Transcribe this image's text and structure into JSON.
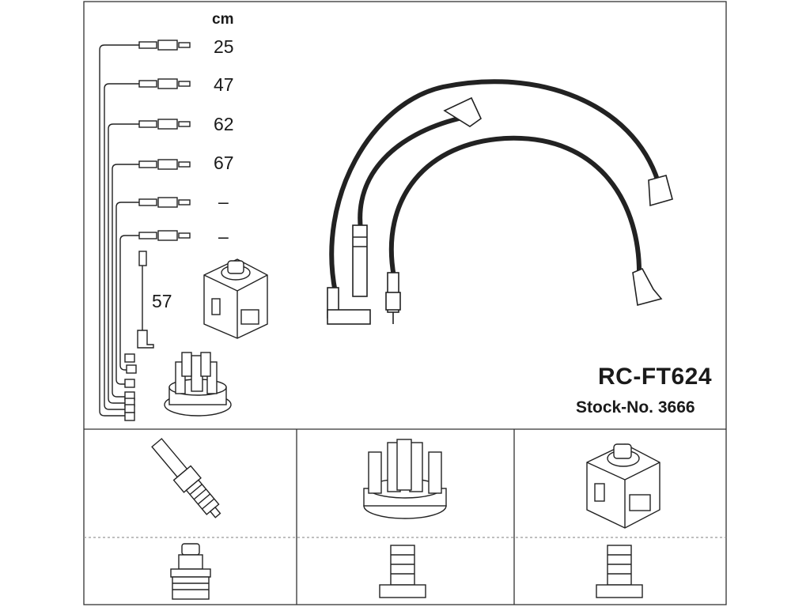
{
  "unit_label": "cm",
  "lengths": [
    "25",
    "47",
    "62",
    "67",
    "–",
    "–"
  ],
  "coil_lead_length": "57",
  "product": {
    "code": "RC-FT624",
    "stock_label": "Stock-No. 3666"
  },
  "icons": {
    "harness": "ignition-lead-set-icon",
    "coil": "ignition-coil-icon",
    "distributor": "distributor-cap-icon",
    "spark_plug": "spark-plug-icon",
    "plug_terminal": "spark-plug-terminal-icon",
    "boot_terminal": "boot-terminal-icon"
  },
  "colors": {
    "line": "#222222",
    "frame": "#333333",
    "background": "#ffffff"
  }
}
